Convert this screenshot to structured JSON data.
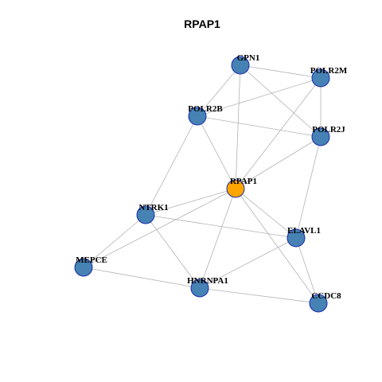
{
  "graph": {
    "title": "RPAP1",
    "colors": {
      "center_node": "#ffa500",
      "neighbor_node": "#4682b4",
      "node_border": "#1a2bb0",
      "edge": "#b3b3b3"
    },
    "center": "RPAP1",
    "nodes": [
      {
        "id": "GPN1"
      },
      {
        "id": "POLR2M"
      },
      {
        "id": "POLR2B"
      },
      {
        "id": "POLR2J"
      },
      {
        "id": "RPAP1"
      },
      {
        "id": "NTRK1"
      },
      {
        "id": "ELAVL1"
      },
      {
        "id": "MEPCE"
      },
      {
        "id": "HNRNPA1"
      },
      {
        "id": "CCDC8"
      }
    ],
    "edges": [
      [
        "GPN1",
        "POLR2M"
      ],
      [
        "GPN1",
        "POLR2B"
      ],
      [
        "GPN1",
        "POLR2J"
      ],
      [
        "GPN1",
        "RPAP1"
      ],
      [
        "POLR2M",
        "POLR2B"
      ],
      [
        "POLR2M",
        "POLR2J"
      ],
      [
        "POLR2M",
        "RPAP1"
      ],
      [
        "POLR2B",
        "POLR2J"
      ],
      [
        "POLR2B",
        "RPAP1"
      ],
      [
        "POLR2B",
        "NTRK1"
      ],
      [
        "POLR2J",
        "RPAP1"
      ],
      [
        "POLR2J",
        "ELAVL1"
      ],
      [
        "RPAP1",
        "NTRK1"
      ],
      [
        "RPAP1",
        "ELAVL1"
      ],
      [
        "RPAP1",
        "MEPCE"
      ],
      [
        "RPAP1",
        "HNRNPA1"
      ],
      [
        "RPAP1",
        "CCDC8"
      ],
      [
        "NTRK1",
        "ELAVL1"
      ],
      [
        "NTRK1",
        "MEPCE"
      ],
      [
        "NTRK1",
        "HNRNPA1"
      ],
      [
        "ELAVL1",
        "HNRNPA1"
      ],
      [
        "ELAVL1",
        "CCDC8"
      ],
      [
        "MEPCE",
        "HNRNPA1"
      ],
      [
        "HNRNPA1",
        "CCDC8"
      ]
    ]
  }
}
